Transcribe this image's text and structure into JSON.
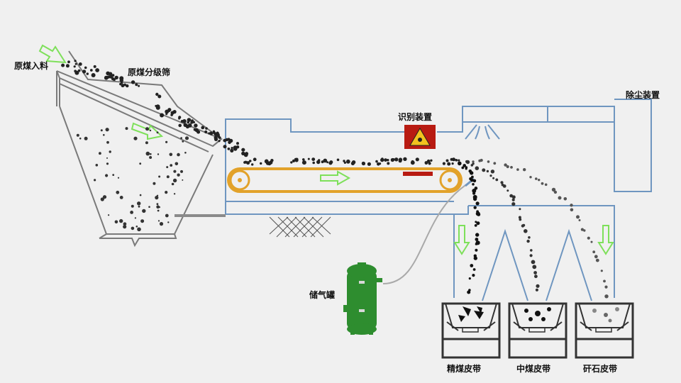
{
  "labels": {
    "raw_coal_input": "原煤入料",
    "raw_coal_screen": "原煤分级筛",
    "recognition_device": "识别装置",
    "dust_removal": "除尘装置",
    "air_tank": "储气罐",
    "clean_coal_belt": "精煤皮带",
    "middling_belt": "中煤皮带",
    "gangue_belt": "矸石皮带"
  },
  "colors": {
    "background": "#f0f0f0",
    "duct_line": "#6f96c0",
    "belt_frame": "#e2a22a",
    "flow_arrow": "#7ee05a",
    "warning_box": "#b81b12",
    "warning_triangle": "#f2c21e",
    "tank_body": "#2e8d2f",
    "structure_gray": "#7a7a7a",
    "coal": "#222222"
  },
  "icons": {
    "flow": "green-arrow-icon",
    "radiation": "radiation-warning-icon",
    "air_nozzle": "air-nozzle-icon"
  }
}
